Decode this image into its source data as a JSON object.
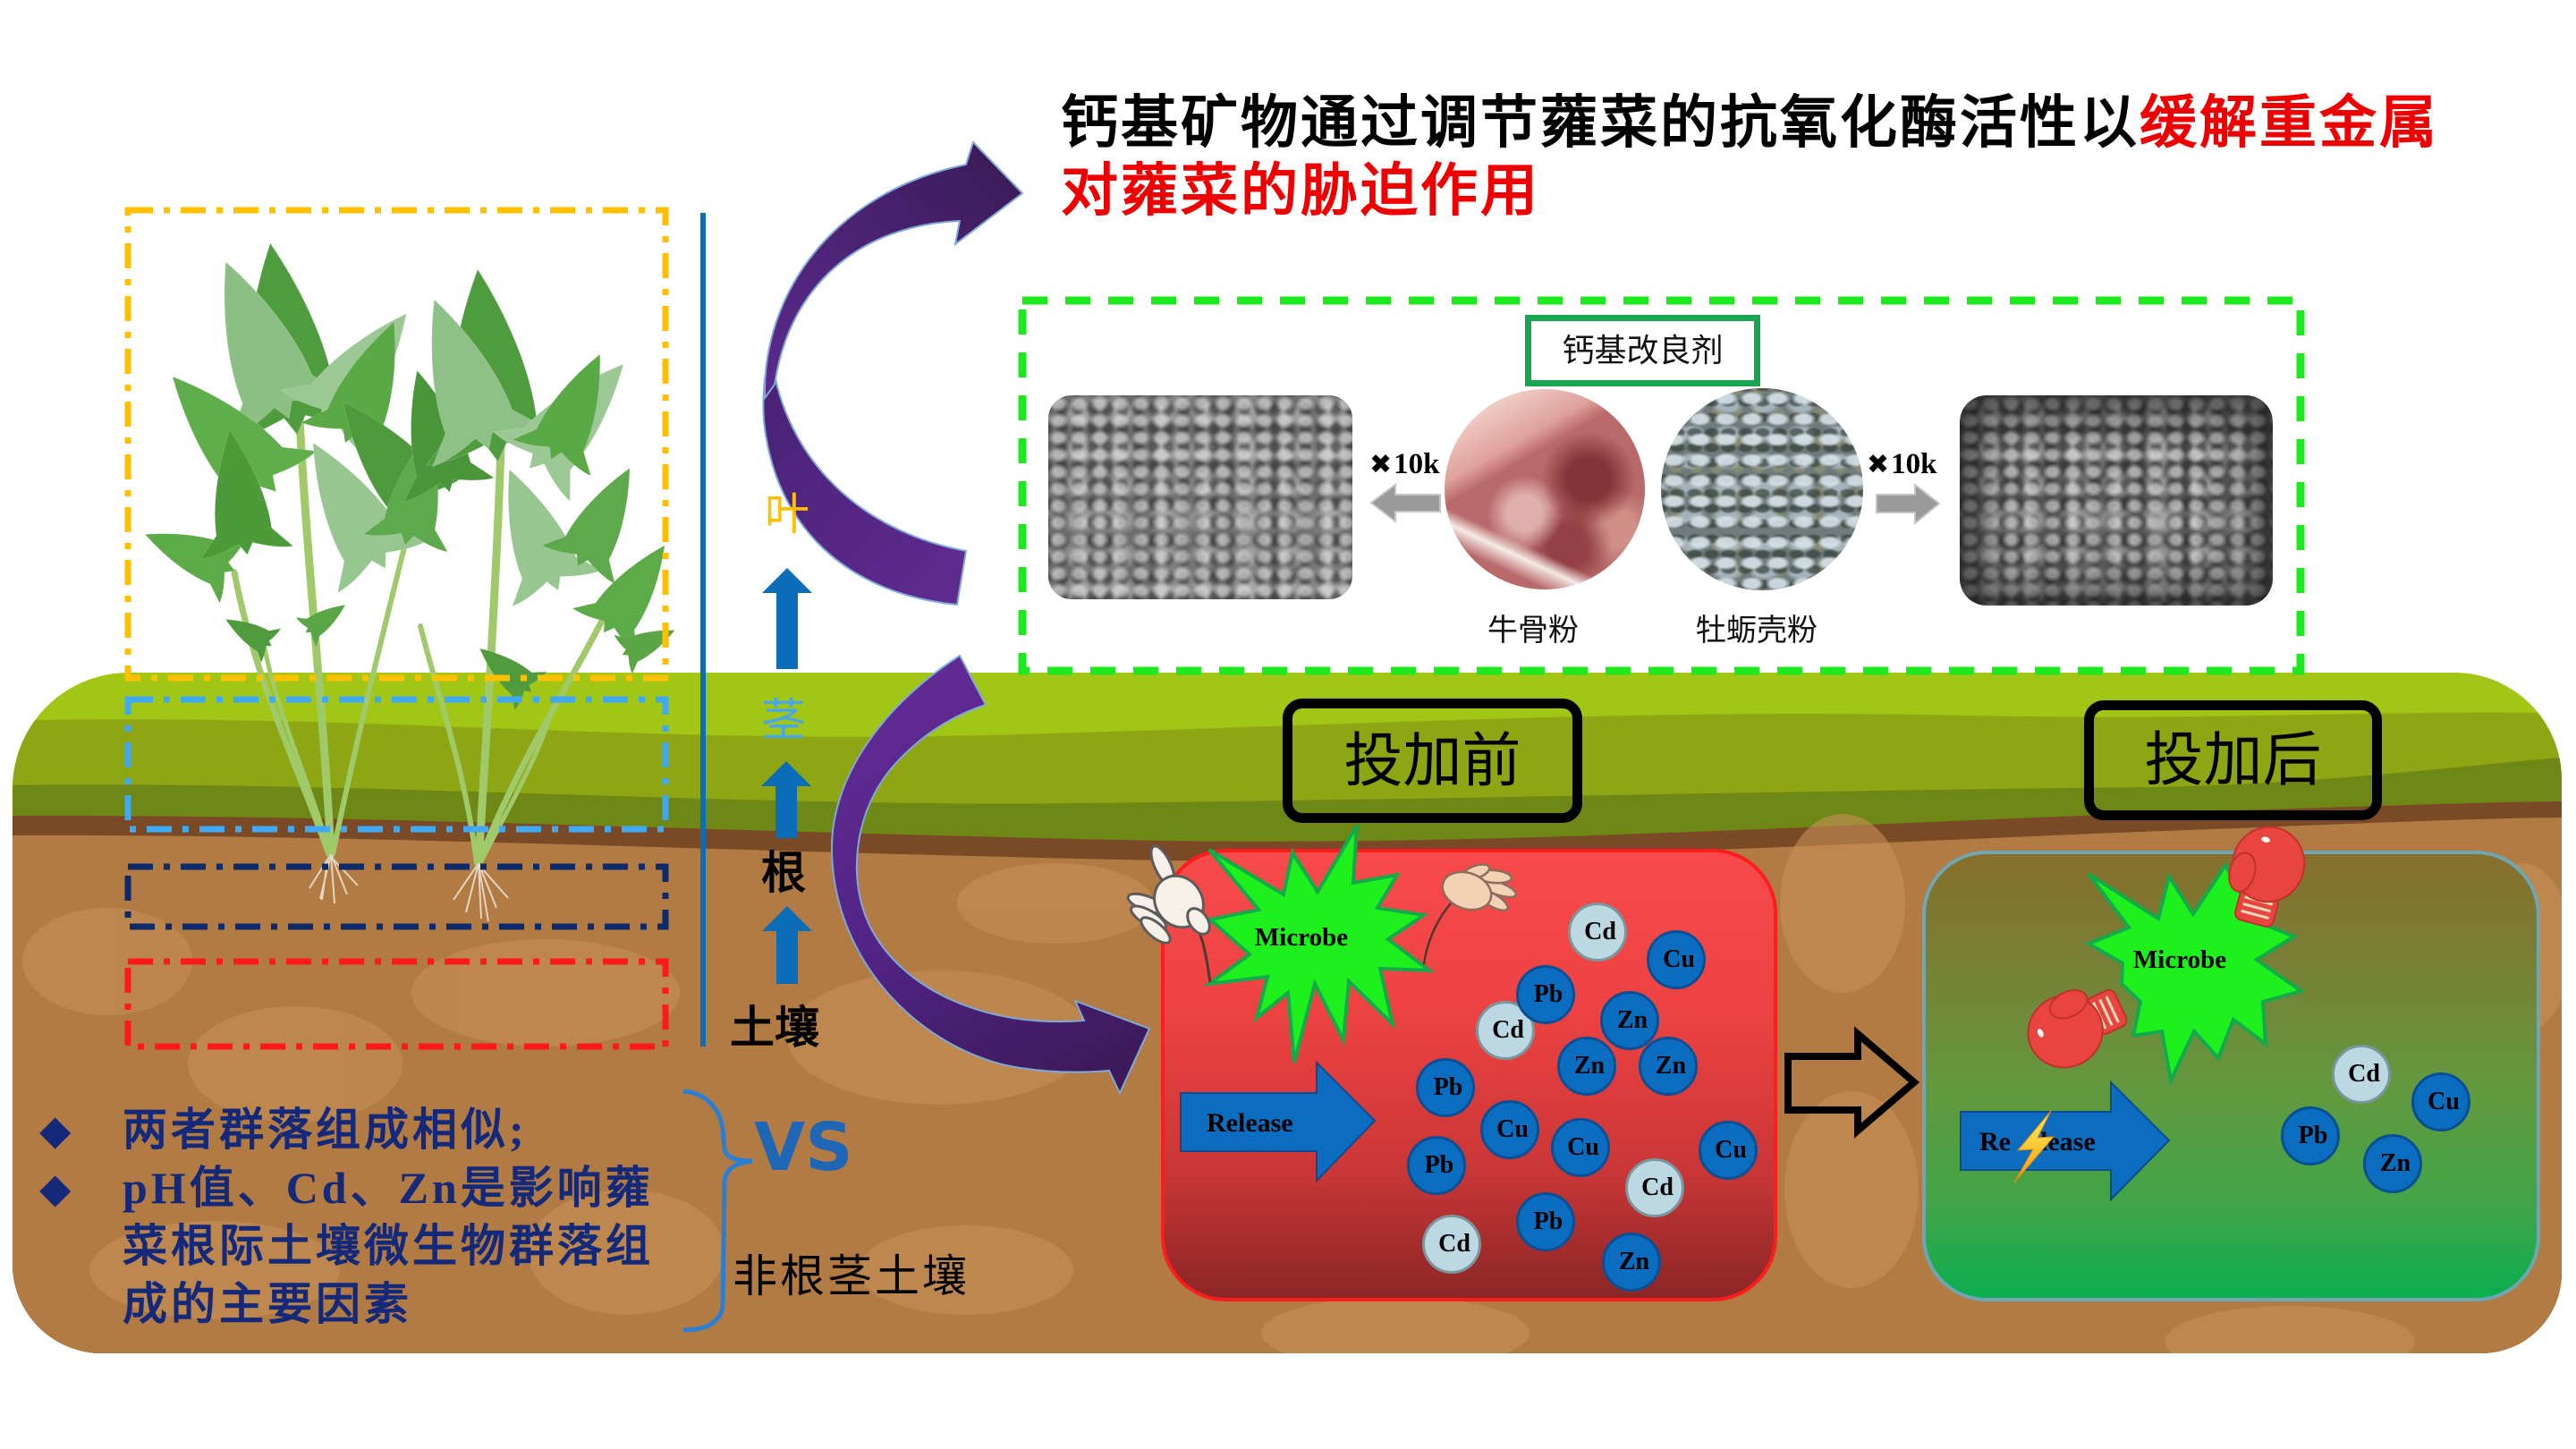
{
  "title": {
    "line1_black": "钙基矿物通过调节蕹菜的抗氧化酶活性以",
    "line1_red": "缓解重金属",
    "line2_red": "对蕹菜的胁迫作用"
  },
  "plant_parts": {
    "leaf": "叶",
    "stem": "茎",
    "root": "根",
    "soil": "土壤"
  },
  "amendment": {
    "label": "钙基改良剂",
    "materials": [
      {
        "name": "牛骨粉",
        "magnification": "10k"
      },
      {
        "name": "牡蛎壳粉",
        "magnification": "10k"
      }
    ]
  },
  "before": {
    "label": "投加前",
    "microbe": "Microbe",
    "release": "Release",
    "ions": [
      "Cd",
      "Cu",
      "Cd",
      "Pb",
      "Zn",
      "Zn",
      "Zn",
      "Pb",
      "Cu",
      "Cu",
      "Cu",
      "Pb",
      "Cd",
      "Pb",
      "Cd",
      "Zn"
    ]
  },
  "after": {
    "label": "投加后",
    "microbe": "Microbe",
    "release_prefix": "Re",
    "release_suffix": "lease",
    "ions": [
      "Cd",
      "Cu",
      "Pb",
      "Zn"
    ]
  },
  "comparison": {
    "bullets": [
      {
        "lines": [
          "两者群落组成相似;"
        ]
      },
      {
        "lines": [
          "pH值、Cd、Zn是影响蕹",
          "菜根际土壤微生物群落组",
          "成的主要因素"
        ]
      }
    ],
    "vs": "VS",
    "non_rhizosphere": "非根茎土壤"
  },
  "colors": {
    "title_black": "#000000",
    "title_red": "#ee0000",
    "leaf_label": "#ffc000",
    "stem_label": "#46a6ee",
    "root_label": "#000000",
    "zone_leaf": "#ffc000",
    "zone_stem": "#3fa9f5",
    "zone_root": "#0d2a6b",
    "zone_soil": "#ff1a1a",
    "flow_arrow": "#0b6cb8",
    "amendment_box_border": "#18a54f",
    "dashed_box": "#1ee81e",
    "microbe": "#1ef01e",
    "release_arrow": "#0b6cc0",
    "metal_ion": "#0b6dbf",
    "cd_ion": "#bcd8e2",
    "bullet_text": "#14297a",
    "vs_text": "#1f66b6"
  }
}
